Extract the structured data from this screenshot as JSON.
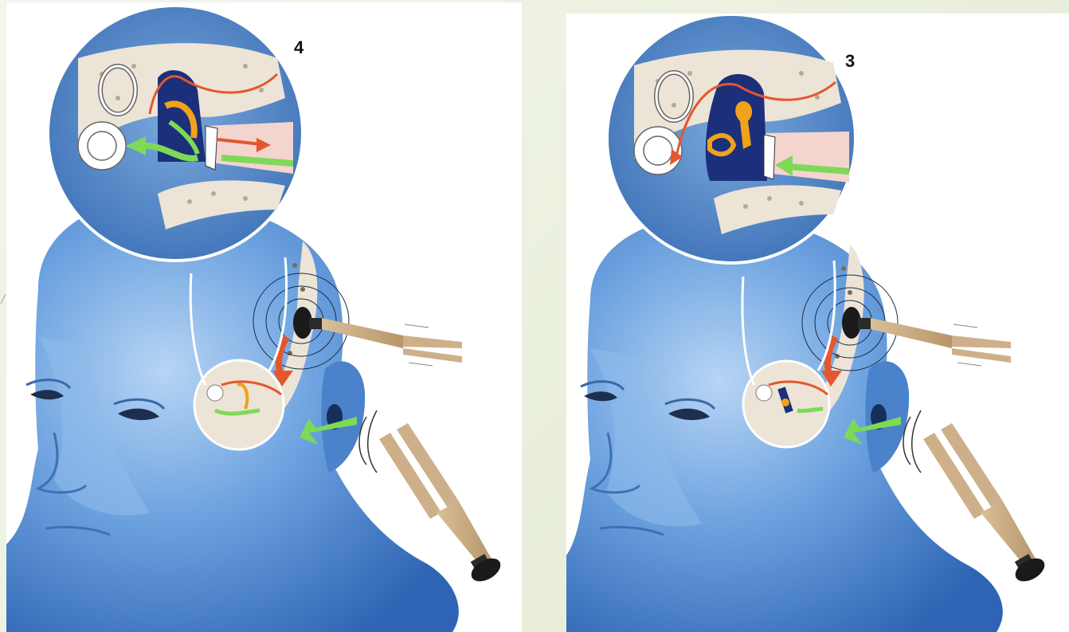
{
  "panels": [
    {
      "id": "left",
      "number_label": "4"
    },
    {
      "id": "right",
      "number_label": "3"
    }
  ],
  "colors": {
    "skin": "#5f96d8",
    "skin_light": "#a9cbf0",
    "bone": "#ece4d6",
    "sound_arrow": "#7ed957",
    "vibration_arrow": "#e4572e",
    "ossicle": "#f0a21a",
    "tuning_fork": "#c9a77a"
  },
  "icons": [
    "head-illustration",
    "tuning-fork-icon",
    "ear-magnifier-icon"
  ]
}
